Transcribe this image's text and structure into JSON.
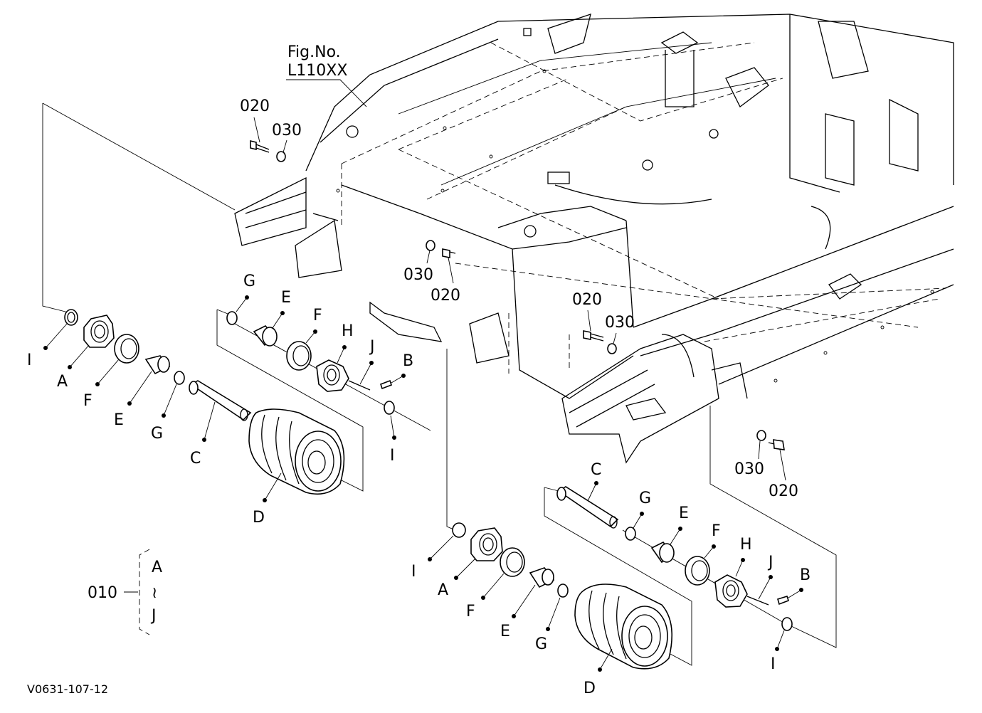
{
  "figure_ref": {
    "line1": "Fig.No.",
    "line2": "L110XX"
  },
  "drawing_code": "V0631-107-12",
  "group_label": {
    "code": "010",
    "range_start": "A",
    "range_sep": "≀",
    "range_end": "J"
  },
  "labels": {
    "bolt_020": "020",
    "washer_030": "030",
    "A": "A",
    "B": "B",
    "C": "C",
    "D": "D",
    "E": "E",
    "F": "F",
    "G": "G",
    "H": "H",
    "I": "I",
    "J": "J"
  }
}
